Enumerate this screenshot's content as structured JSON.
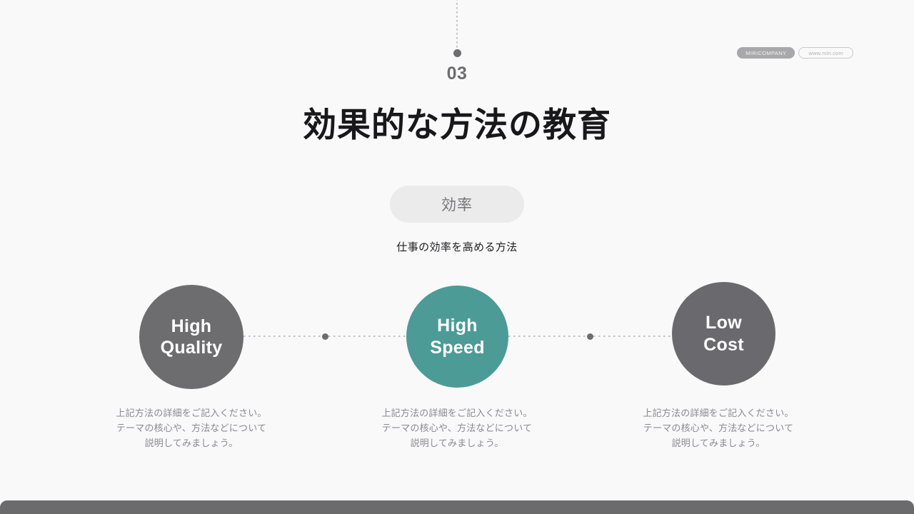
{
  "brand": {
    "company_label": "MIRICOMPANY",
    "website_label": "www.miri.com"
  },
  "header": {
    "section_number": "03",
    "headline": "効果的な方法の教育"
  },
  "tag": {
    "label": "効率"
  },
  "subtitle": {
    "text": "仕事の効率を高める方法"
  },
  "items": [
    {
      "circle_line1": "High",
      "circle_line2": "Quality",
      "color": "#6d6d70",
      "caption_line1": "上記方法の詳細をご記入ください。",
      "caption_line2": "テーマの核心や、方法などについて",
      "caption_line3": "説明してみましょう。"
    },
    {
      "circle_line1": "High",
      "circle_line2": "Speed",
      "color": "#4c9b96",
      "caption_line1": "上記方法の詳細をご記入ください。",
      "caption_line2": "テーマの核心や、方法などについて",
      "caption_line3": "説明してみましょう。"
    },
    {
      "circle_line1": "Low",
      "circle_line2": "Cost",
      "color": "#6a6a6e",
      "caption_line1": "上記方法の詳細をご記入ください。",
      "caption_line2": "テーマの核心や、方法などについて",
      "caption_line3": "説明してみましょう。"
    }
  ],
  "colors": {
    "background": "#f9f9fa",
    "accent_teal": "#4c9b96",
    "neutral_gray": "#6d6d70",
    "pill_background": "#ebebec",
    "bottom_bar": "#6b6b6e"
  }
}
